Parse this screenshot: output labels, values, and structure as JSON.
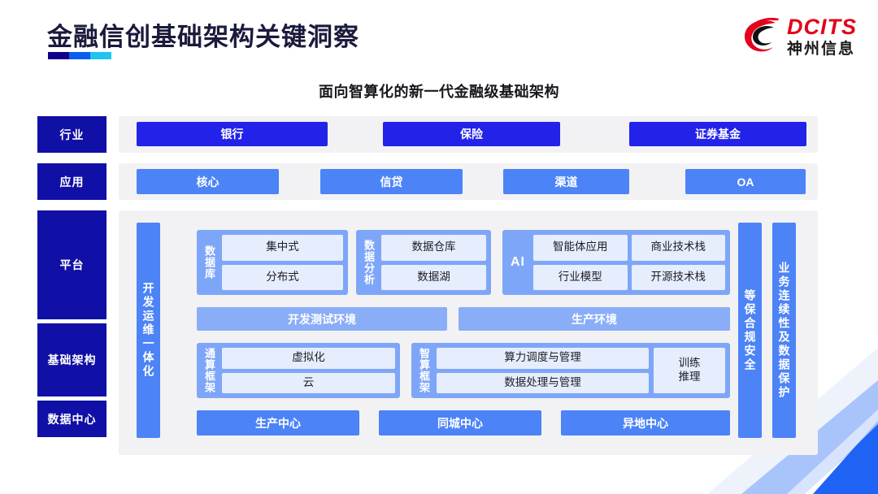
{
  "header": {
    "title": "金融信创基础架构关键洞察",
    "rule_colors": [
      "#12008c",
      "#0b5cf0",
      "#1fc4f0"
    ],
    "logo": {
      "en": "DCITS",
      "cn": "神州信息",
      "color": "#e2021b"
    }
  },
  "subtitle": "面向智算化的新一代金融级基础架构",
  "layers": [
    {
      "label": "行业"
    },
    {
      "label": "应用"
    },
    {
      "label": "平台"
    },
    {
      "label": "基础架构"
    },
    {
      "label": "数据中心"
    }
  ],
  "industry_row": {
    "items": [
      {
        "label": "银行"
      },
      {
        "label": "保险"
      },
      {
        "label": "证券基金"
      }
    ]
  },
  "application_row": {
    "items": [
      {
        "label": "核心"
      },
      {
        "label": "信贷"
      },
      {
        "label": "渠道"
      },
      {
        "label": "OA"
      }
    ]
  },
  "side_bars": {
    "devops": "开发运维一体化",
    "security": "等保合规安全",
    "continuity": "业务连续性及数据保护"
  },
  "platform": {
    "database": {
      "label": "数据库",
      "cells": [
        "集中式",
        "分布式"
      ]
    },
    "data_analytics": {
      "label": "数据分析",
      "cells": [
        "数据仓库",
        "数据湖"
      ]
    },
    "ai": {
      "label": "AI",
      "cells": [
        "智能体应用",
        "商业技术栈",
        "行业模型",
        "开源技术栈"
      ]
    },
    "environments": [
      {
        "label": "开发测试环境"
      },
      {
        "label": "生产环境"
      }
    ]
  },
  "infrastructure": {
    "general_compute": {
      "label": "通算框架",
      "cells": [
        "虚拟化",
        "云"
      ]
    },
    "intelligent_compute": {
      "label": "智算框架",
      "cells": [
        "算力调度与管理",
        "数据处理与管理"
      ],
      "side_cell": "训练\n推理"
    }
  },
  "data_center": {
    "items": [
      {
        "label": "生产中心"
      },
      {
        "label": "同城中心"
      },
      {
        "label": "异地中心"
      }
    ]
  },
  "colors": {
    "navy": "#1010a6",
    "bright_blue": "#2222e8",
    "blue": "#4c83f7",
    "light_blue": "#7ea6f8",
    "panel_gray": "#f2f2f4",
    "cell_bg": "#e6edfd"
  }
}
